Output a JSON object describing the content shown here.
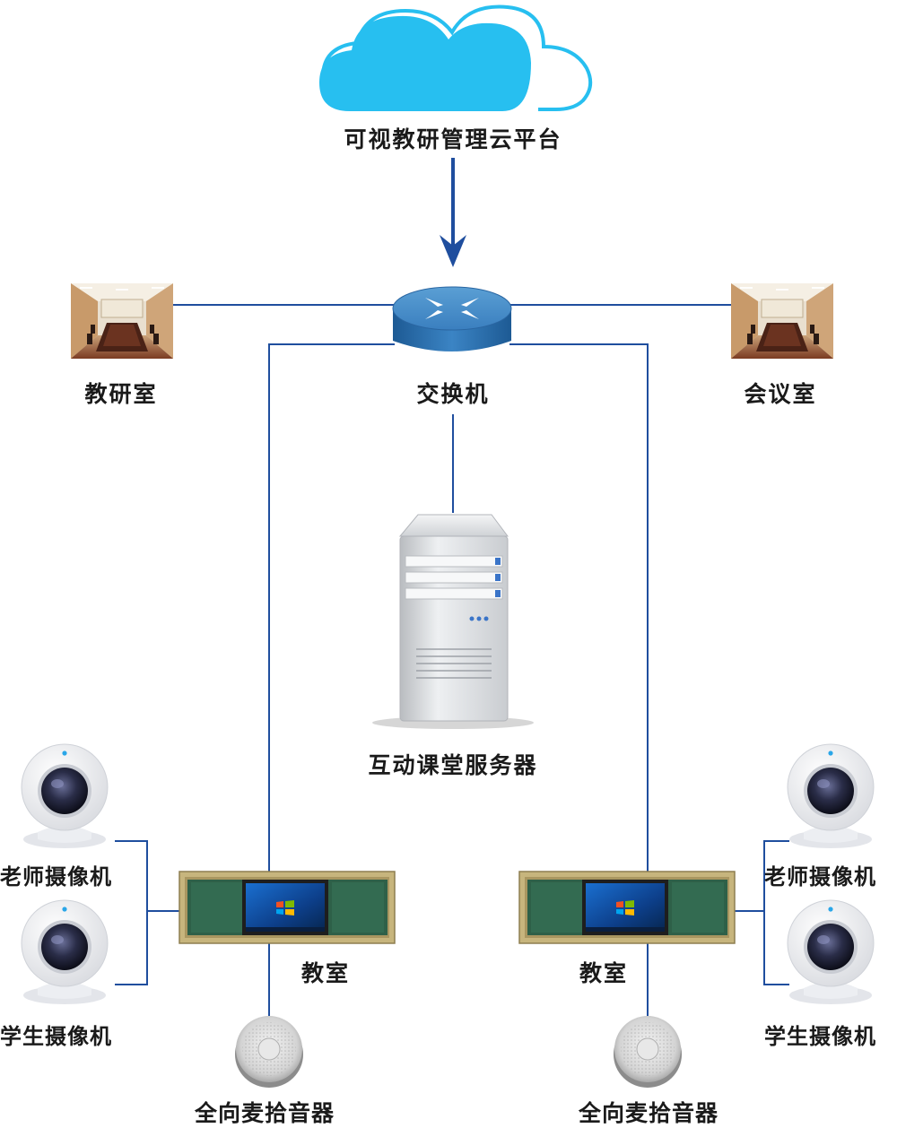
{
  "colors": {
    "line": "#1f4e9e",
    "cloud": "#27bff0",
    "switch": "#2d6fa8",
    "board": "#2f6a4a",
    "frame": "#b9a873"
  },
  "nodes": {
    "cloud": {
      "label": "可视教研管理云平台",
      "icon": "cloud-icon"
    },
    "switch": {
      "label": "交换机",
      "icon": "router-icon"
    },
    "research_room": {
      "label": "教研室",
      "icon": "conference-room-photo"
    },
    "meeting_room": {
      "label": "会议室",
      "icon": "conference-room-photo"
    },
    "server": {
      "label": "互动课堂服务器",
      "icon": "server-icon"
    },
    "classroom_left": {
      "label": "教室",
      "icon": "smart-blackboard-icon"
    },
    "classroom_right": {
      "label": "教室",
      "icon": "smart-blackboard-icon"
    },
    "teacher_cam_left": {
      "label": "老师摄像机",
      "icon": "webcam-icon"
    },
    "student_cam_left": {
      "label": "学生摄像机",
      "icon": "webcam-icon"
    },
    "teacher_cam_right": {
      "label": "老师摄像机",
      "icon": "webcam-icon"
    },
    "student_cam_right": {
      "label": "学生摄像机",
      "icon": "webcam-icon"
    },
    "mic_left": {
      "label": "全向麦拾音器",
      "icon": "ceiling-mic-icon"
    },
    "mic_right": {
      "label": "全向麦拾音器",
      "icon": "ceiling-mic-icon"
    }
  }
}
